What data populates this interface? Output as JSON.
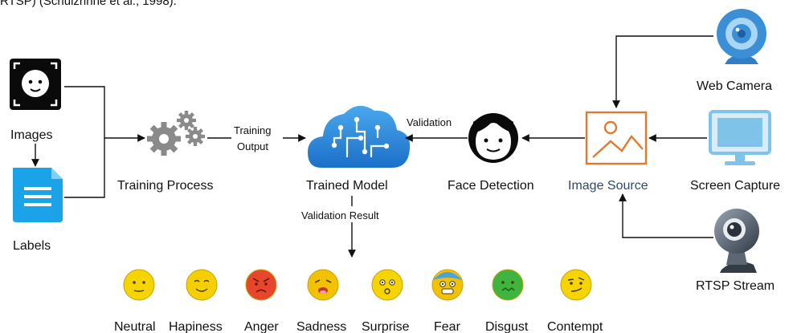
{
  "header_fragment": "RTSP) (Schulzrinne et al., 1998).",
  "nodes": {
    "images": "Images",
    "labels": "Labels",
    "training_process": "Training Process",
    "trained_model": "Trained Model",
    "face_detection": "Face Detection",
    "image_source": "Image Source",
    "web_camera": "Web Camera",
    "screen_capture": "Screen Capture",
    "rtsp_stream": "RTSP Stream"
  },
  "edge_labels": {
    "training_output_line1": "Training",
    "training_output_line2": "Output",
    "validation": "Validation",
    "validation_result": "Validation Result"
  },
  "emotions": [
    {
      "label": "Neutral",
      "face": "neutral",
      "color": "#f5d400"
    },
    {
      "label": "Hapiness",
      "face": "happy",
      "color": "#f5cf00"
    },
    {
      "label": "Anger",
      "face": "angry",
      "color": "#e8462c"
    },
    {
      "label": "Sadness",
      "face": "sad",
      "color": "#f2c200"
    },
    {
      "label": "Surprise",
      "face": "surprised",
      "color": "#f5d400"
    },
    {
      "label": "Fear",
      "face": "fear",
      "color": "#f2c200"
    },
    {
      "label": "Disgust",
      "face": "disgust",
      "color": "#3fb43f"
    },
    {
      "label": "Contempt",
      "face": "contempt",
      "color": "#f5d400"
    }
  ],
  "colors": {
    "cloud_blue": "#2b88d8",
    "doc_blue": "#1aa3e8",
    "gear_gray": "#8a8a8a",
    "image_source_orange": "#e07a2e",
    "monitor_blue": "#7fc4e8",
    "webcam_blue": "#3b8fd6"
  }
}
